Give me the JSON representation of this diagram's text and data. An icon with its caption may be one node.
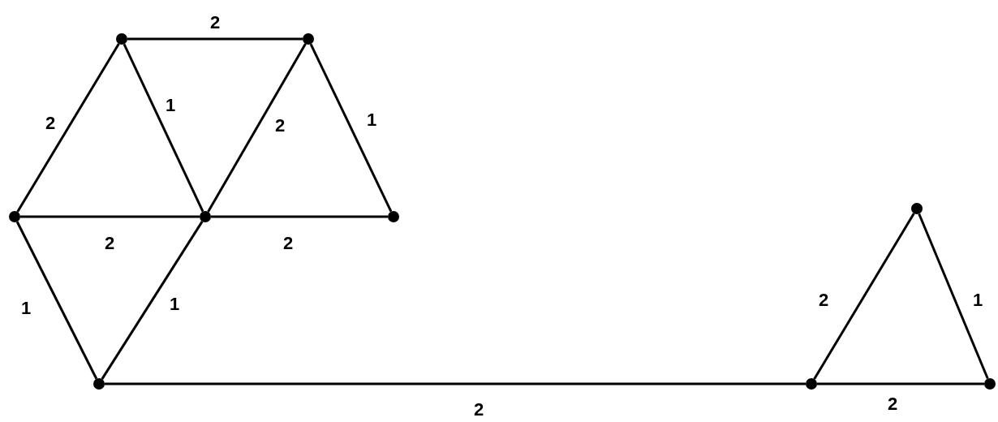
{
  "diagram": {
    "nodes": [
      {
        "text": [],
        "shape": "circle"
      },
      {
        "text": [],
        "shape": "circle"
      },
      {
        "text": [],
        "shape": "circle"
      },
      {
        "text": [],
        "shape": "circle"
      },
      {
        "text": [],
        "shape": "circle"
      },
      {
        "text": [],
        "shape": "circle"
      },
      {
        "text": [],
        "shape": "circle"
      },
      {
        "text": [],
        "shape": "circle"
      },
      {
        "text": [],
        "shape": "circle"
      }
    ],
    "edges": [
      {
        "from": 0,
        "to": 1,
        "arrow": "none",
        "label": "2"
      },
      {
        "from": 0,
        "to": 2,
        "arrow": "none",
        "label": "2"
      },
      {
        "from": 0,
        "to": 3,
        "arrow": "none",
        "label": "1"
      },
      {
        "from": 1,
        "to": 3,
        "arrow": "none",
        "label": "2"
      },
      {
        "from": 1,
        "to": 4,
        "arrow": "none",
        "label": "1"
      },
      {
        "from": 2,
        "to": 3,
        "arrow": "none",
        "label": "2"
      },
      {
        "from": 3,
        "to": 4,
        "arrow": "none",
        "label": "2"
      },
      {
        "from": 2,
        "to": 5,
        "arrow": "none",
        "label": "1"
      },
      {
        "from": 3,
        "to": 5,
        "arrow": "none",
        "label": "1"
      },
      {
        "from": 5,
        "to": 7,
        "arrow": "none",
        "label": "2"
      },
      {
        "from": 7,
        "to": 6,
        "arrow": "none",
        "label": "2"
      },
      {
        "from": 6,
        "to": 8,
        "arrow": "none",
        "label": "1"
      },
      {
        "from": 7,
        "to": 8,
        "arrow": "none",
        "label": "2"
      }
    ]
  }
}
